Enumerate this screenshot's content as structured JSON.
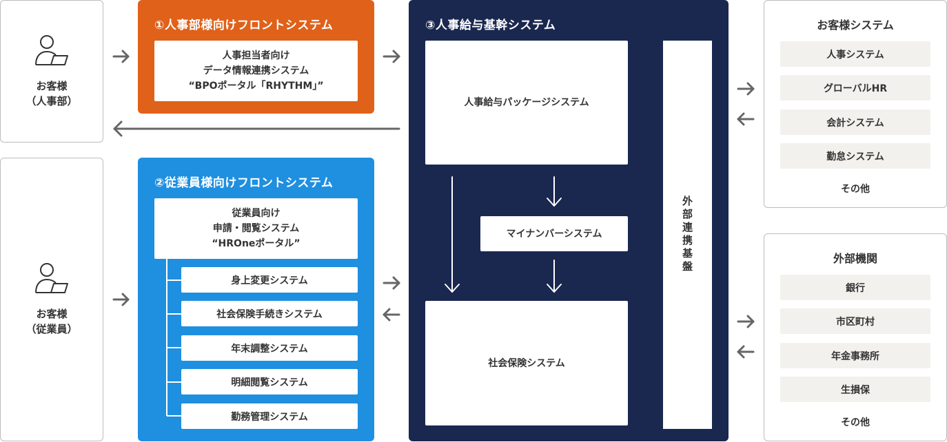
{
  "customers": {
    "hr": {
      "line1": "お客様",
      "line2": "（人事部）"
    },
    "employee": {
      "line1": "お客様",
      "line2": "（従業員）"
    }
  },
  "front_hr": {
    "title": "①人事部様向けフロントシステム",
    "box": {
      "line1": "人事担当者向け",
      "line2": "データ情報連携システム",
      "line3": "“BPOポータル「RHYTHM」”"
    }
  },
  "front_emp": {
    "title": "②従業員様向けフロントシステム",
    "box": {
      "line1": "従業員向け",
      "line2": "申請・閲覧システム",
      "line3": "“HROneポータル”"
    },
    "items": [
      "身上変更システム",
      "社会保険手続きシステム",
      "年末調整システム",
      "明細閲覧システム",
      "勤務管理システム"
    ]
  },
  "core": {
    "title": "③人事給与基幹システム",
    "package": "人事給与パッケージシステム",
    "mynumber": "マイナンバーシステム",
    "social": "社会保険システム",
    "integration": "外部連携基盤"
  },
  "customer_system": {
    "title": "お客様システム",
    "items": [
      "人事システム",
      "グローバルHR",
      "会計システム",
      "勤怠システム"
    ],
    "other": "その他"
  },
  "external": {
    "title": "外部機関",
    "items": [
      "銀行",
      "市区町村",
      "年金事務所",
      "生損保"
    ],
    "other": "その他"
  },
  "colors": {
    "orange": "#e0611a",
    "blue": "#1f8fe0",
    "navy": "#1a2850",
    "arrow": "#666666"
  }
}
